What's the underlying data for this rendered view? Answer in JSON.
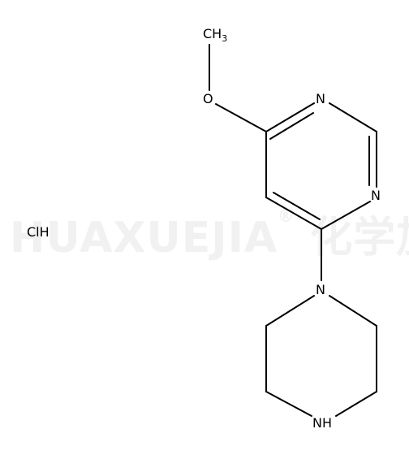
{
  "watermark": {
    "brand": "HUAXUEJIA",
    "reg": "®",
    "chinese": "化学加"
  },
  "molecule": {
    "labels": {
      "methyl": "CH",
      "methyl_sub": "3",
      "oxygen": "O",
      "n1": "N",
      "n3": "N",
      "n_piperazine": "N",
      "nh": "NH",
      "hcl": "ClH"
    }
  }
}
